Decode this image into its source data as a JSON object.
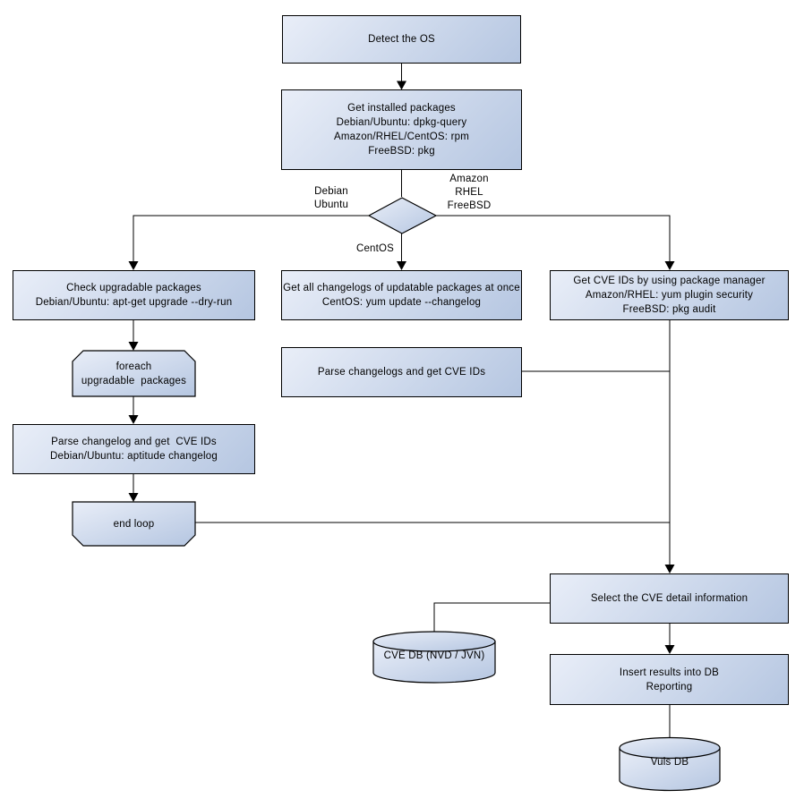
{
  "colors": {
    "node_fill_light": "#e9eef8",
    "node_fill_dark": "#b5c6e1",
    "border": "#000000",
    "line": "#000000",
    "background": "#ffffff"
  },
  "nodes": {
    "detect_os": {
      "lines": [
        "Detect the OS"
      ]
    },
    "get_installed": {
      "lines": [
        "Get installed packages",
        "Debian/Ubuntu: dpkg-query",
        "Amazon/RHEL/CentOS: rpm",
        "FreeBSD: pkg"
      ]
    },
    "check_upgradable": {
      "lines": [
        "Check upgradable packages",
        "Debian/Ubuntu: apt-get upgrade --dry-run"
      ]
    },
    "foreach_loop": {
      "lines": [
        "foreach",
        "upgradable  packages"
      ]
    },
    "parse_changelog": {
      "lines": [
        "Parse changelog and get  CVE IDs",
        "Debian/Ubuntu: aptitude changelog"
      ]
    },
    "end_loop": {
      "lines": [
        "end loop"
      ]
    },
    "get_all_changelogs": {
      "lines": [
        "Get all changelogs of updatable packages at once",
        "CentOS: yum update --changelog"
      ]
    },
    "parse_changelogs": {
      "lines": [
        "Parse changelogs and get CVE IDs"
      ]
    },
    "get_cve_ids_pm": {
      "lines": [
        "Get CVE IDs by using package manager",
        "Amazon/RHEL: yum plugin security",
        "FreeBSD: pkg audit"
      ]
    },
    "select_cve": {
      "lines": [
        "Select the CVE detail information"
      ]
    },
    "insert_results": {
      "lines": [
        "Insert results into DB",
        "Reporting"
      ]
    },
    "cve_db": {
      "lines": [
        "CVE DB (NVD / JVN)"
      ]
    },
    "vuls_db": {
      "lines": [
        "Vuls DB"
      ]
    }
  },
  "edge_labels": {
    "debian_ubuntu": [
      "Debian",
      "Ubuntu"
    ],
    "amazon_rhel_freebsd": [
      "Amazon",
      "RHEL",
      "FreeBSD"
    ],
    "centos": "CentOS"
  }
}
